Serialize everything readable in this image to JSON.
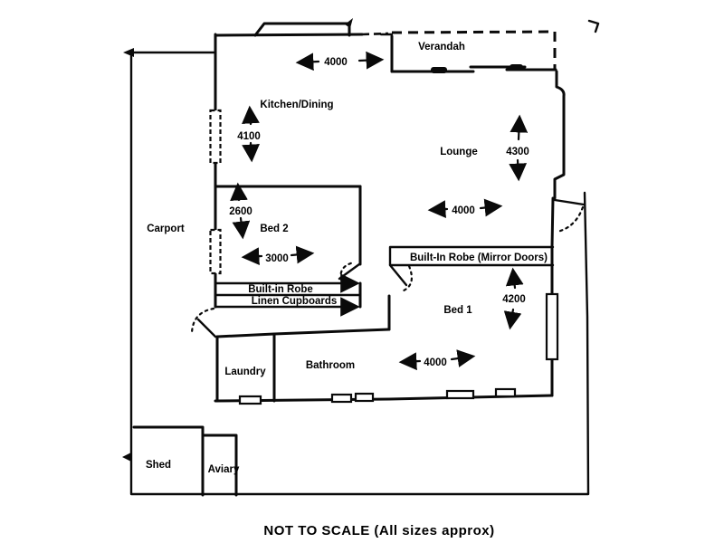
{
  "plan": {
    "caption": "NOT TO SCALE (All sizes approx)",
    "rooms": {
      "verandah": "Verandah",
      "kitchen_dining": "Kitchen/Dining",
      "lounge": "Lounge",
      "carport": "Carport",
      "bed2": "Bed 2",
      "bed1": "Bed 1",
      "laundry": "Laundry",
      "bathroom": "Bathroom",
      "shed": "Shed",
      "aviary": "Aviary"
    },
    "storage": {
      "built_in_robe": "Built-in Robe",
      "linen_cupboards": "Linen Cupboards",
      "built_in_robe_mirror": "Built-In Robe (Mirror Doors)"
    },
    "dimensions": {
      "kitchen_width": "4000",
      "kitchen_depth": "4100",
      "lounge_depth": "4300",
      "lounge_width": "4000",
      "bed2_depth": "2600",
      "bed2_width": "3000",
      "bed1_depth": "4200",
      "bed1_width": "4000"
    },
    "colors": {
      "ink": "#0a0a0a",
      "paper": "#ffffff"
    }
  }
}
